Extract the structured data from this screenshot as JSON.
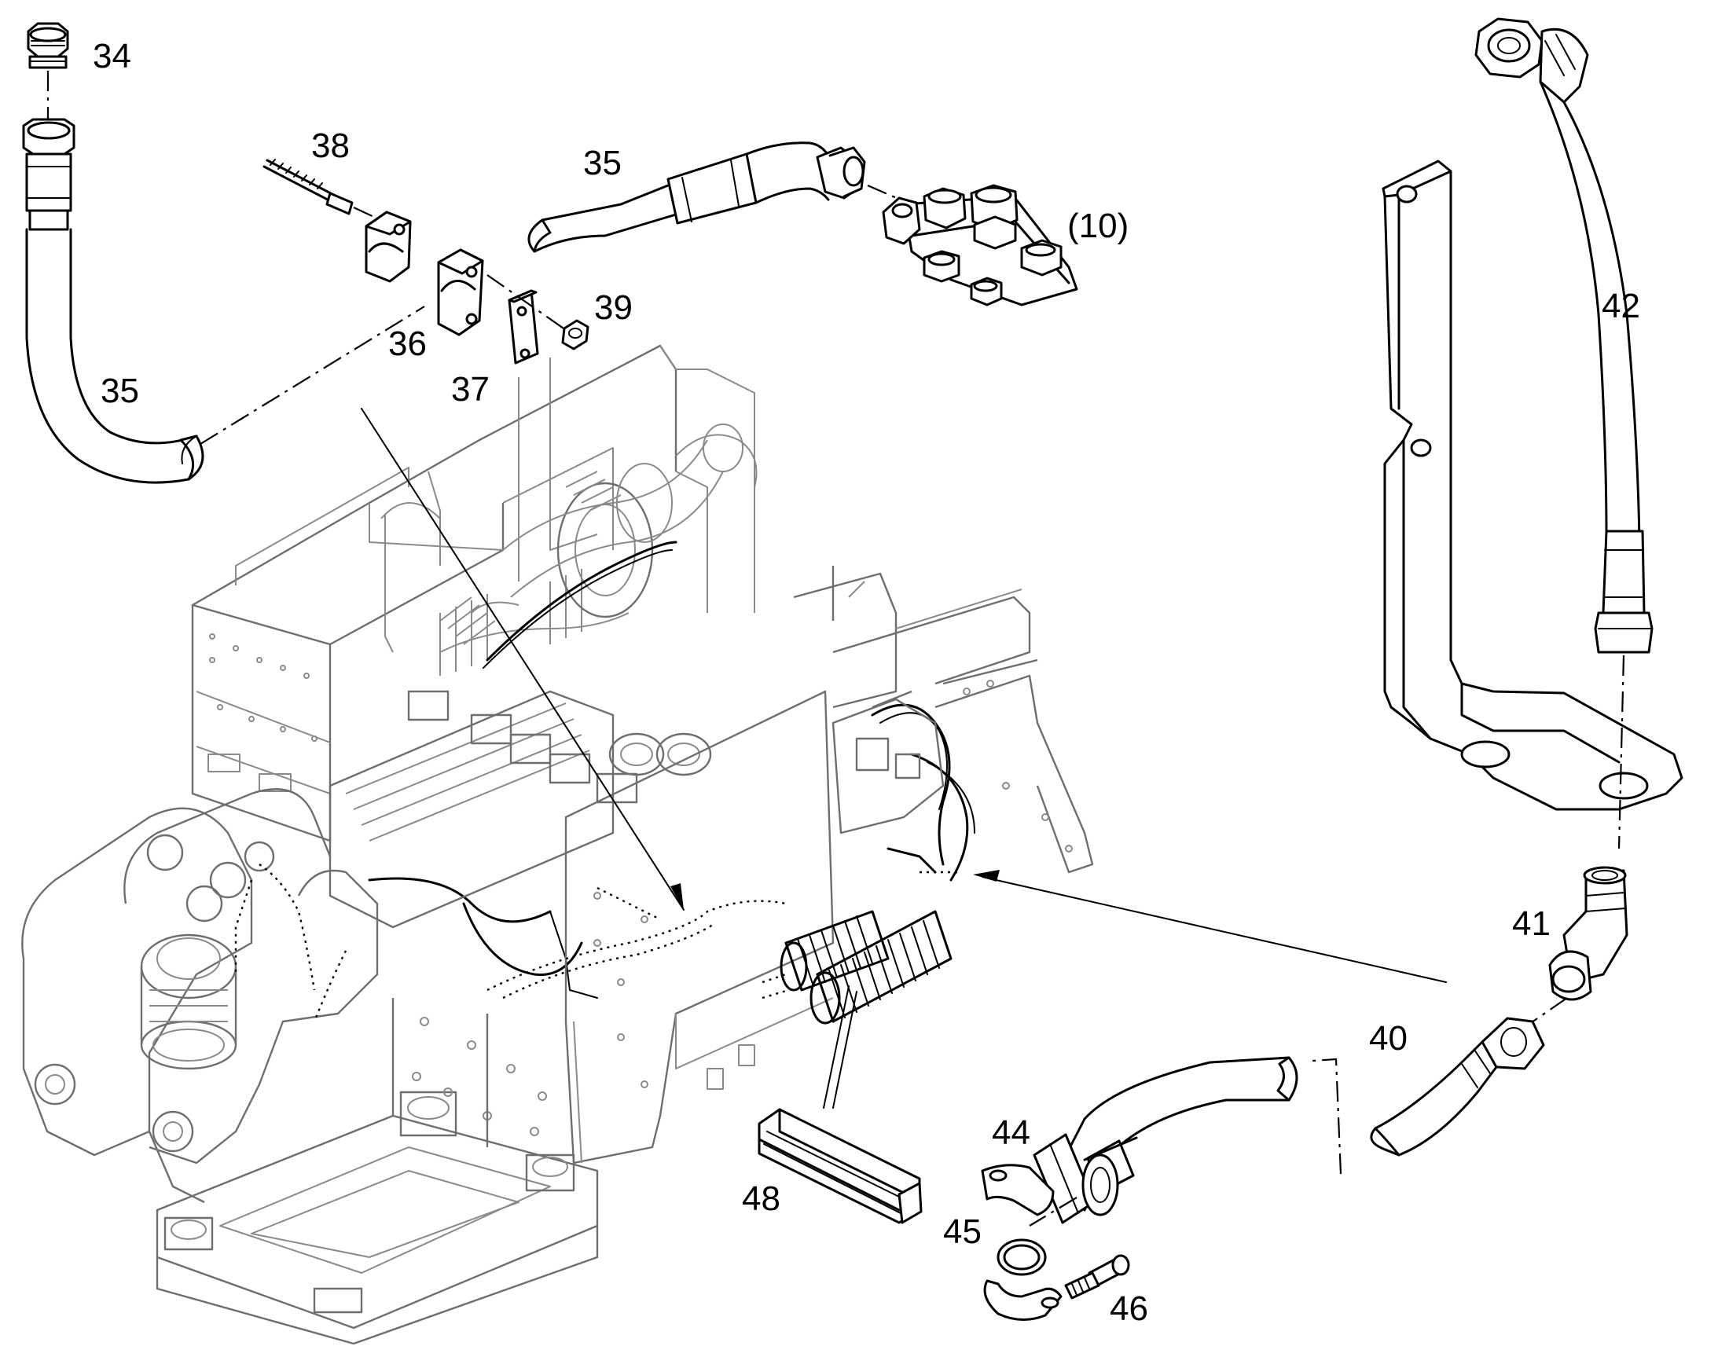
{
  "callouts": [
    {
      "id": "c34",
      "text": "34"
    },
    {
      "id": "c35a",
      "text": "35"
    },
    {
      "id": "c35b",
      "text": "35"
    },
    {
      "id": "c36",
      "text": "36"
    },
    {
      "id": "c37",
      "text": "37"
    },
    {
      "id": "c38",
      "text": "38"
    },
    {
      "id": "c39",
      "text": "39"
    },
    {
      "id": "c10",
      "text": "(10)"
    },
    {
      "id": "c42",
      "text": "42"
    },
    {
      "id": "c41",
      "text": "41"
    },
    {
      "id": "c40",
      "text": "40"
    },
    {
      "id": "c44",
      "text": "44"
    },
    {
      "id": "c45",
      "text": "45"
    },
    {
      "id": "c46",
      "text": "46"
    },
    {
      "id": "c48",
      "text": "48"
    }
  ],
  "colors": {
    "line": "#000000",
    "machine": "#8a8a8a",
    "background": "#ffffff"
  }
}
